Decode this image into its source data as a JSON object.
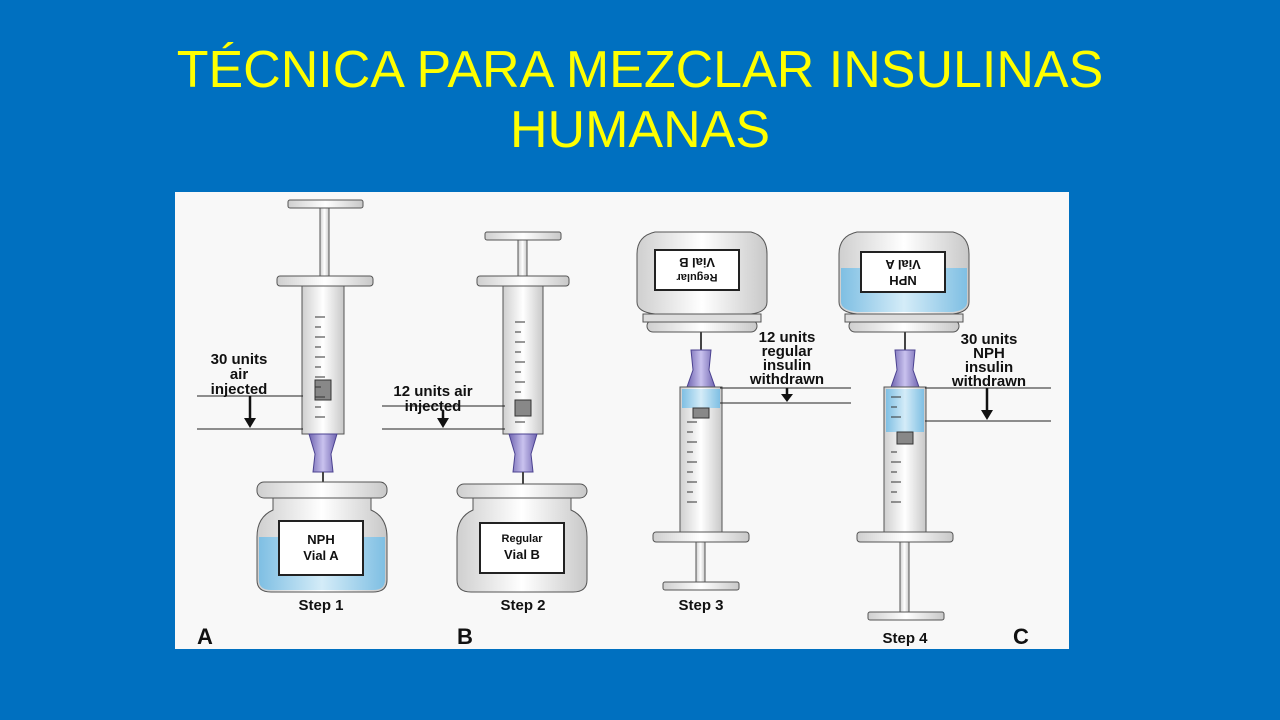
{
  "slide": {
    "title_line1": "TÉCNICA PARA MEZCLAR INSULINAS",
    "title_line2": "HUMANAS"
  },
  "colors": {
    "background": "#0070C0",
    "title": "#FFFF00",
    "insulin_fluid": "#9CCFEA",
    "needle_hub": "#8B7FC6"
  },
  "figure": {
    "panels": [
      {
        "letter": "A",
        "step": "Step 1",
        "annotation": [
          "30 units",
          "air",
          "injected"
        ],
        "vial_label": [
          "NPH",
          "Vial A"
        ]
      },
      {
        "letter": "B",
        "step": "Step 2",
        "annotation": [
          "12 units air",
          "injected"
        ],
        "vial_label": [
          "Regular",
          "Vial B"
        ]
      },
      {
        "step": "Step 3",
        "annotation": [
          "12 units",
          "regular",
          "insulin",
          "withdrawn"
        ],
        "vial_label": [
          "Regular",
          "Vial B"
        ]
      },
      {
        "letter": "C",
        "step": "Step 4",
        "annotation": [
          "30 units",
          "NPH",
          "insulin",
          "withdrawn"
        ],
        "vial_label": [
          "NPH",
          "Vial A"
        ]
      }
    ]
  }
}
